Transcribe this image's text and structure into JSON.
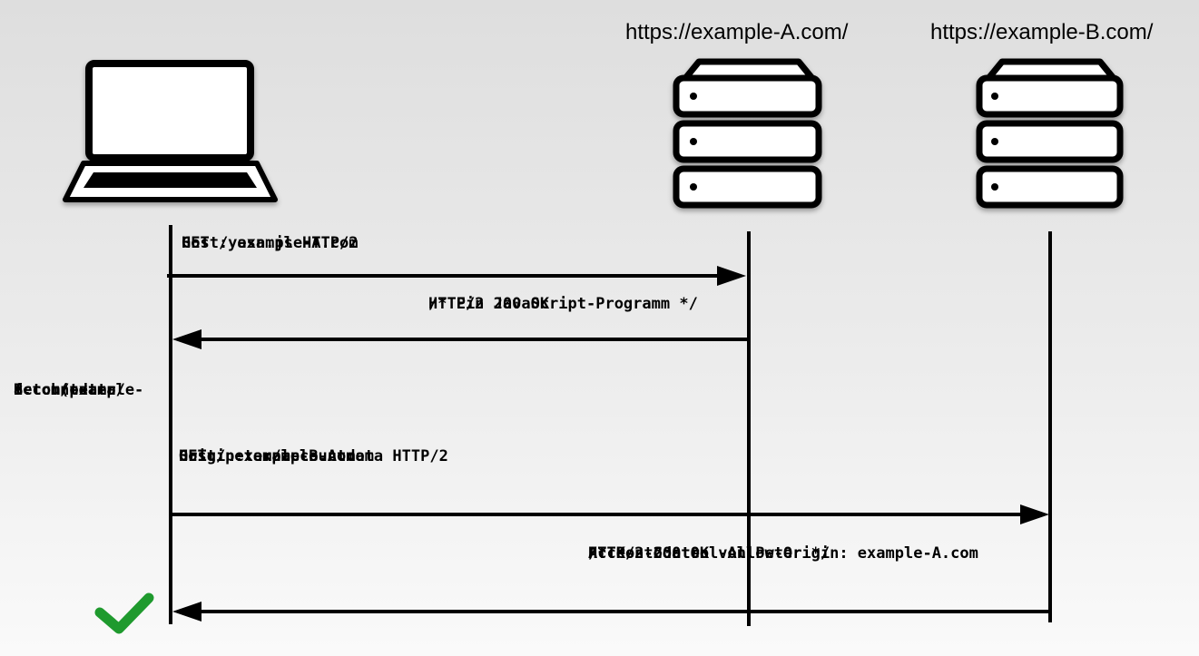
{
  "servers": {
    "a_title": "https://example-A.com/",
    "b_title": "https://example-B.com/"
  },
  "messages": {
    "m1": [
      "GET /yasn.js HTTP/2",
      "Host: example-A.com"
    ],
    "m2": [
      "HTTP/2 200 OK",
      "/* Ein JavaScript-Programm */"
    ],
    "fetch": [
      "fetch(example-",
      "B.com/peter/",
      "accountdata"
    ],
    "m3": [
      "GET /peter/accountdata HTTP/2",
      "Host: example-B.com",
      "Origin: example-A.com"
    ],
    "m4": [
      "HTTP/2 200 OK",
      "Access-Control-Allow-Origin: example-A.com",
      "/* Kontodaten von Peter */"
    ]
  },
  "icons": {
    "client": "laptop-icon",
    "server_a": "server-icon",
    "server_b": "server-icon",
    "success": "checkmark-icon"
  },
  "colors": {
    "checkmark": "#1f9a2e",
    "line": "#000000",
    "device_fill": "#ffffff"
  }
}
